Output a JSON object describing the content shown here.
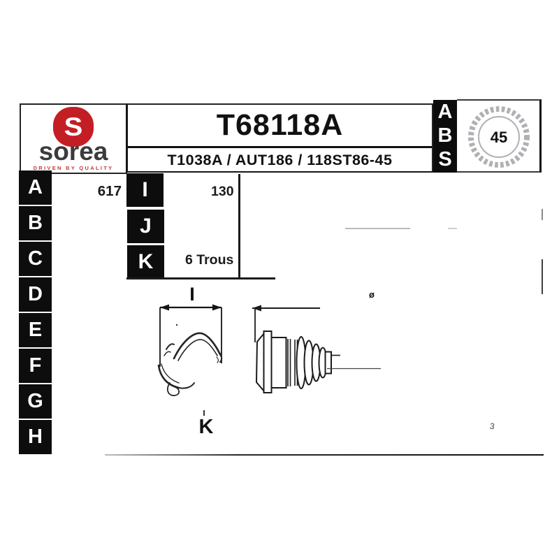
{
  "header": {
    "logo": {
      "brand": "sorea",
      "tagline": "DRIVEN BY QUALITY",
      "red": "#c41e25",
      "text_color": "#3b3b3d",
      "tagline_color": "#c43a3a"
    },
    "part_number": "T68118A",
    "reference_line": "T1038A / AUT186 / 118ST86-45",
    "side_index_letters": [
      "A",
      "B",
      "S"
    ],
    "gear_badge": {
      "value": "45",
      "outline_color": "#b0b0b5"
    }
  },
  "left_index_letters": [
    "A",
    "B",
    "C",
    "D",
    "E",
    "F",
    "G",
    "H"
  ],
  "dimension_index_letters": [
    "I",
    "J",
    "K"
  ],
  "dimensions": {
    "i_left_value": "617",
    "i_right_value": "130",
    "k_value": "6 Trous"
  },
  "diagram": {
    "left_dim_label": "I",
    "left_part_label": "K",
    "diameter_mark": "ø",
    "stray_mark": "3"
  }
}
